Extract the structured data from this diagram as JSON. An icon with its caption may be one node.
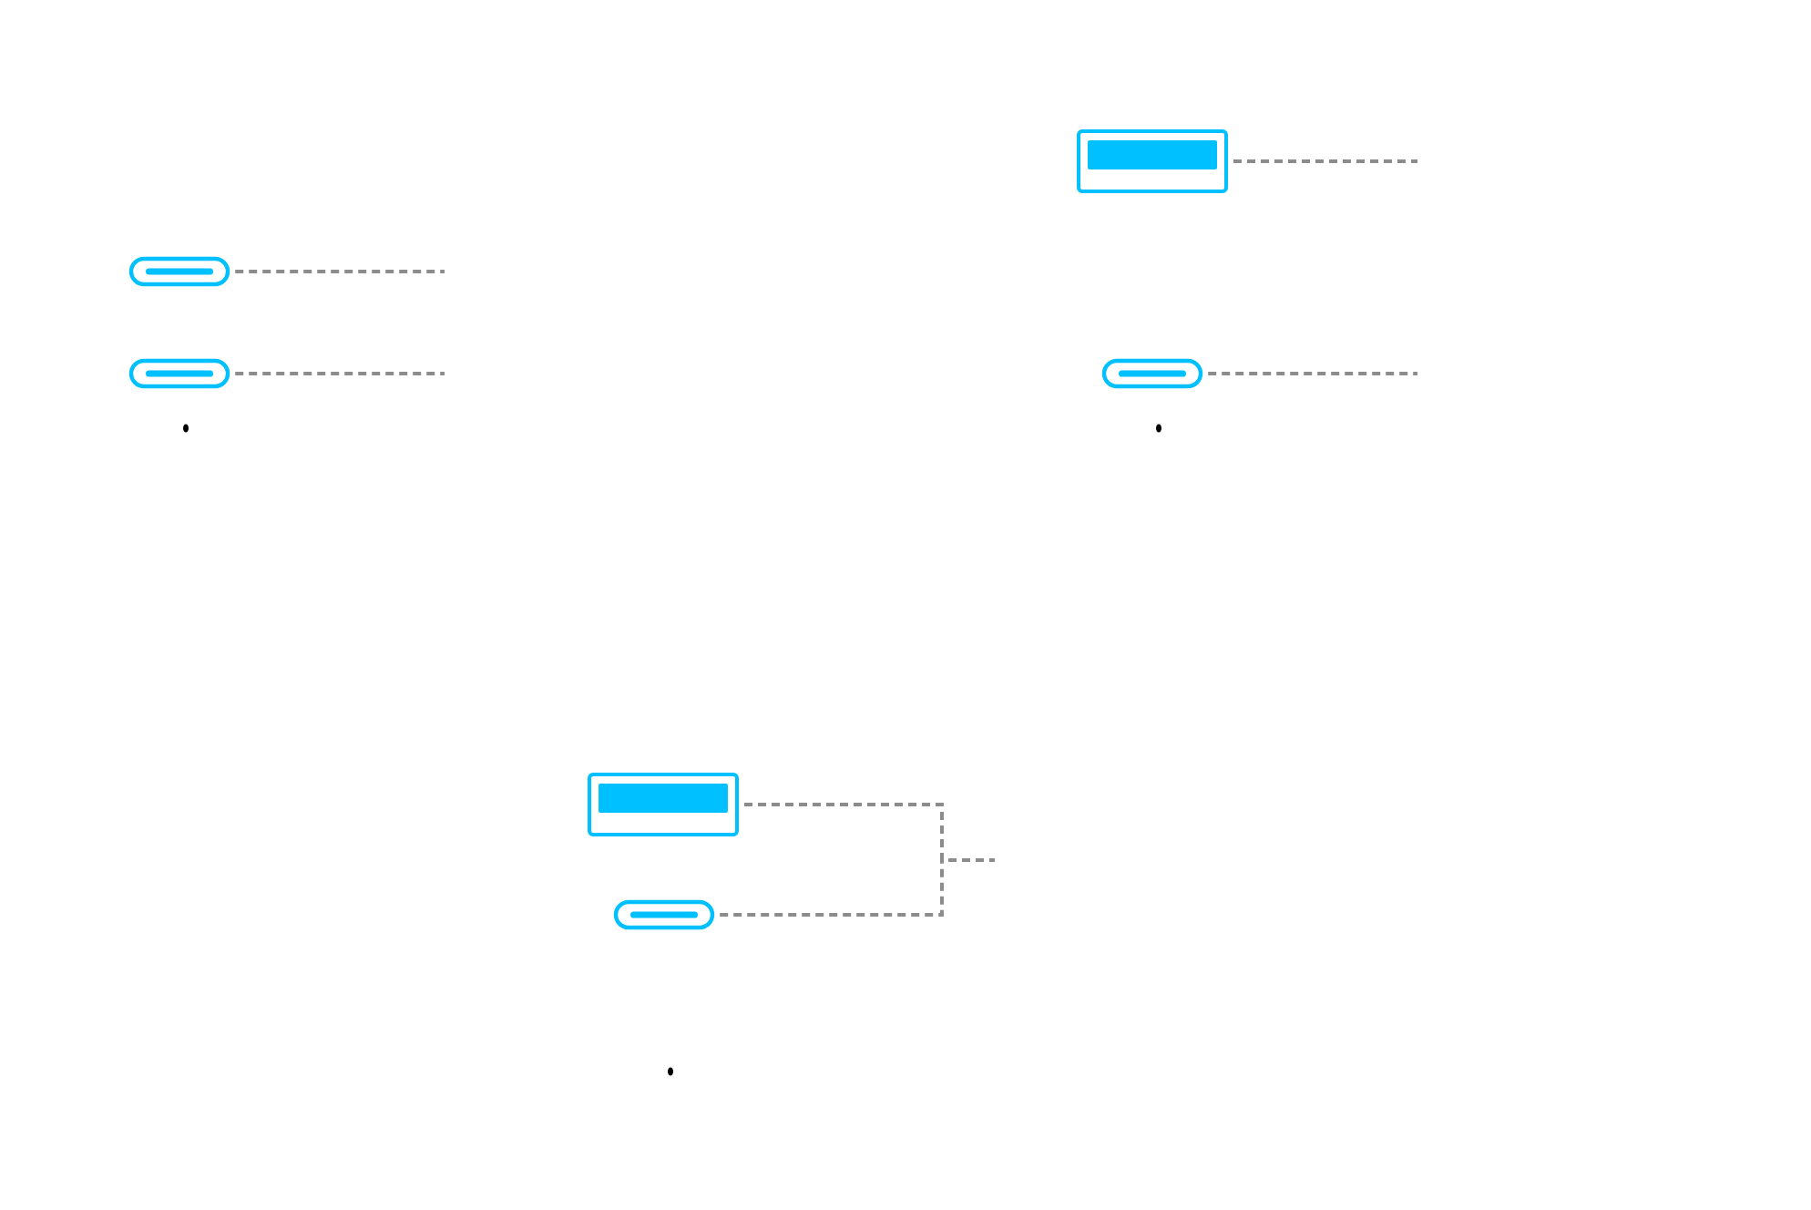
{
  "diagram": {
    "nodes": [
      {
        "text": [],
        "shape": "picture"
      },
      {
        "text": [],
        "shape": "picture"
      },
      {
        "text": [],
        "shape": "picture"
      },
      {
        "text": [],
        "shape": "picture"
      },
      {
        "text": [],
        "shape": "picture"
      },
      {
        "text": [],
        "shape": "picture"
      }
    ],
    "edges": [
      {
        "from": 0,
        "to": null,
        "arrow": "none",
        "style": "dashed"
      },
      {
        "from": 1,
        "to": null,
        "arrow": "none",
        "style": "dashed"
      },
      {
        "from": 2,
        "to": null,
        "arrow": "none",
        "style": "dashed"
      },
      {
        "from": 3,
        "to": null,
        "arrow": "none",
        "style": "dashed"
      },
      {
        "from": 4,
        "to": null,
        "arrow": "none",
        "style": "dashed"
      },
      {
        "from": 5,
        "to": null,
        "arrow": "none",
        "style": "dashed"
      }
    ]
  }
}
